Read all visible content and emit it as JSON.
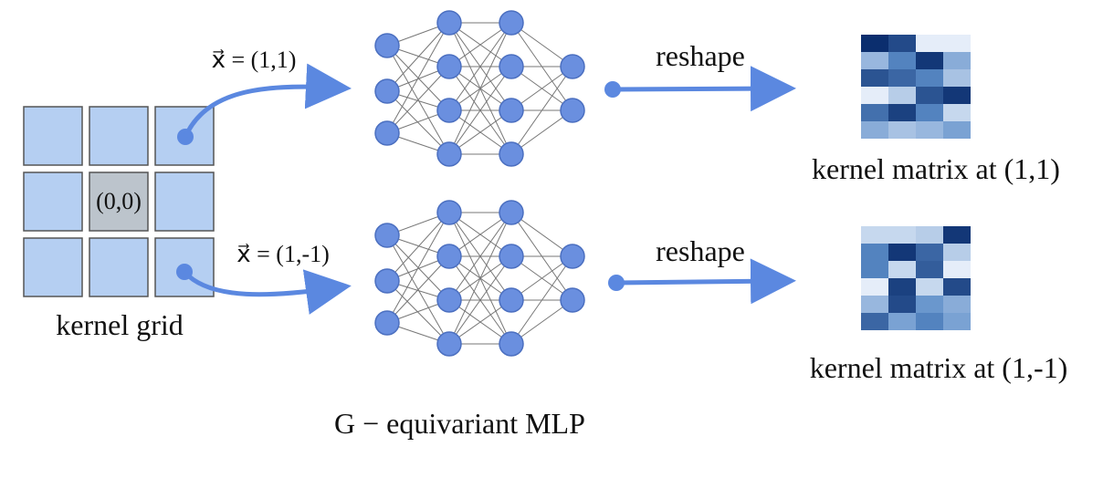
{
  "kernel_grid": {
    "label": "kernel grid",
    "center_label": "(0,0)",
    "cell_color": "#b5cff2",
    "center_color": "#bcc4cc",
    "cell_border": "#555555"
  },
  "paths": [
    {
      "x_label": "x⃗ = (1,1)",
      "reshape_label": "reshape",
      "matrix_label": "kernel matrix at (1,1)",
      "matrix": [
        [
          1.0,
          0.85,
          0.05,
          0.05
        ],
        [
          0.3,
          0.55,
          0.95,
          0.35
        ],
        [
          0.8,
          0.7,
          0.55,
          0.25
        ],
        [
          0.05,
          0.2,
          0.8,
          0.95
        ],
        [
          0.65,
          0.9,
          0.55,
          0.15
        ],
        [
          0.35,
          0.25,
          0.3,
          0.4
        ]
      ]
    },
    {
      "x_label": "x⃗ = (1,-1)",
      "reshape_label": "reshape",
      "matrix_label": "kernel matrix at (1,-1)",
      "matrix": [
        [
          0.15,
          0.15,
          0.2,
          0.95
        ],
        [
          0.55,
          0.95,
          0.7,
          0.2
        ],
        [
          0.55,
          0.15,
          0.75,
          0.05
        ],
        [
          0.05,
          0.9,
          0.15,
          0.85
        ],
        [
          0.3,
          0.85,
          0.45,
          0.35
        ],
        [
          0.7,
          0.4,
          0.55,
          0.4
        ]
      ]
    }
  ],
  "mlp_caption": "G − equivariant MLP",
  "colors": {
    "node": "#6a8fdf",
    "node_stroke": "#4b6fc0",
    "arrow": "#5b88e0",
    "edge": "#777777",
    "matrix_dark": "#0b2e6e",
    "matrix_light": "#f4f8fe"
  }
}
